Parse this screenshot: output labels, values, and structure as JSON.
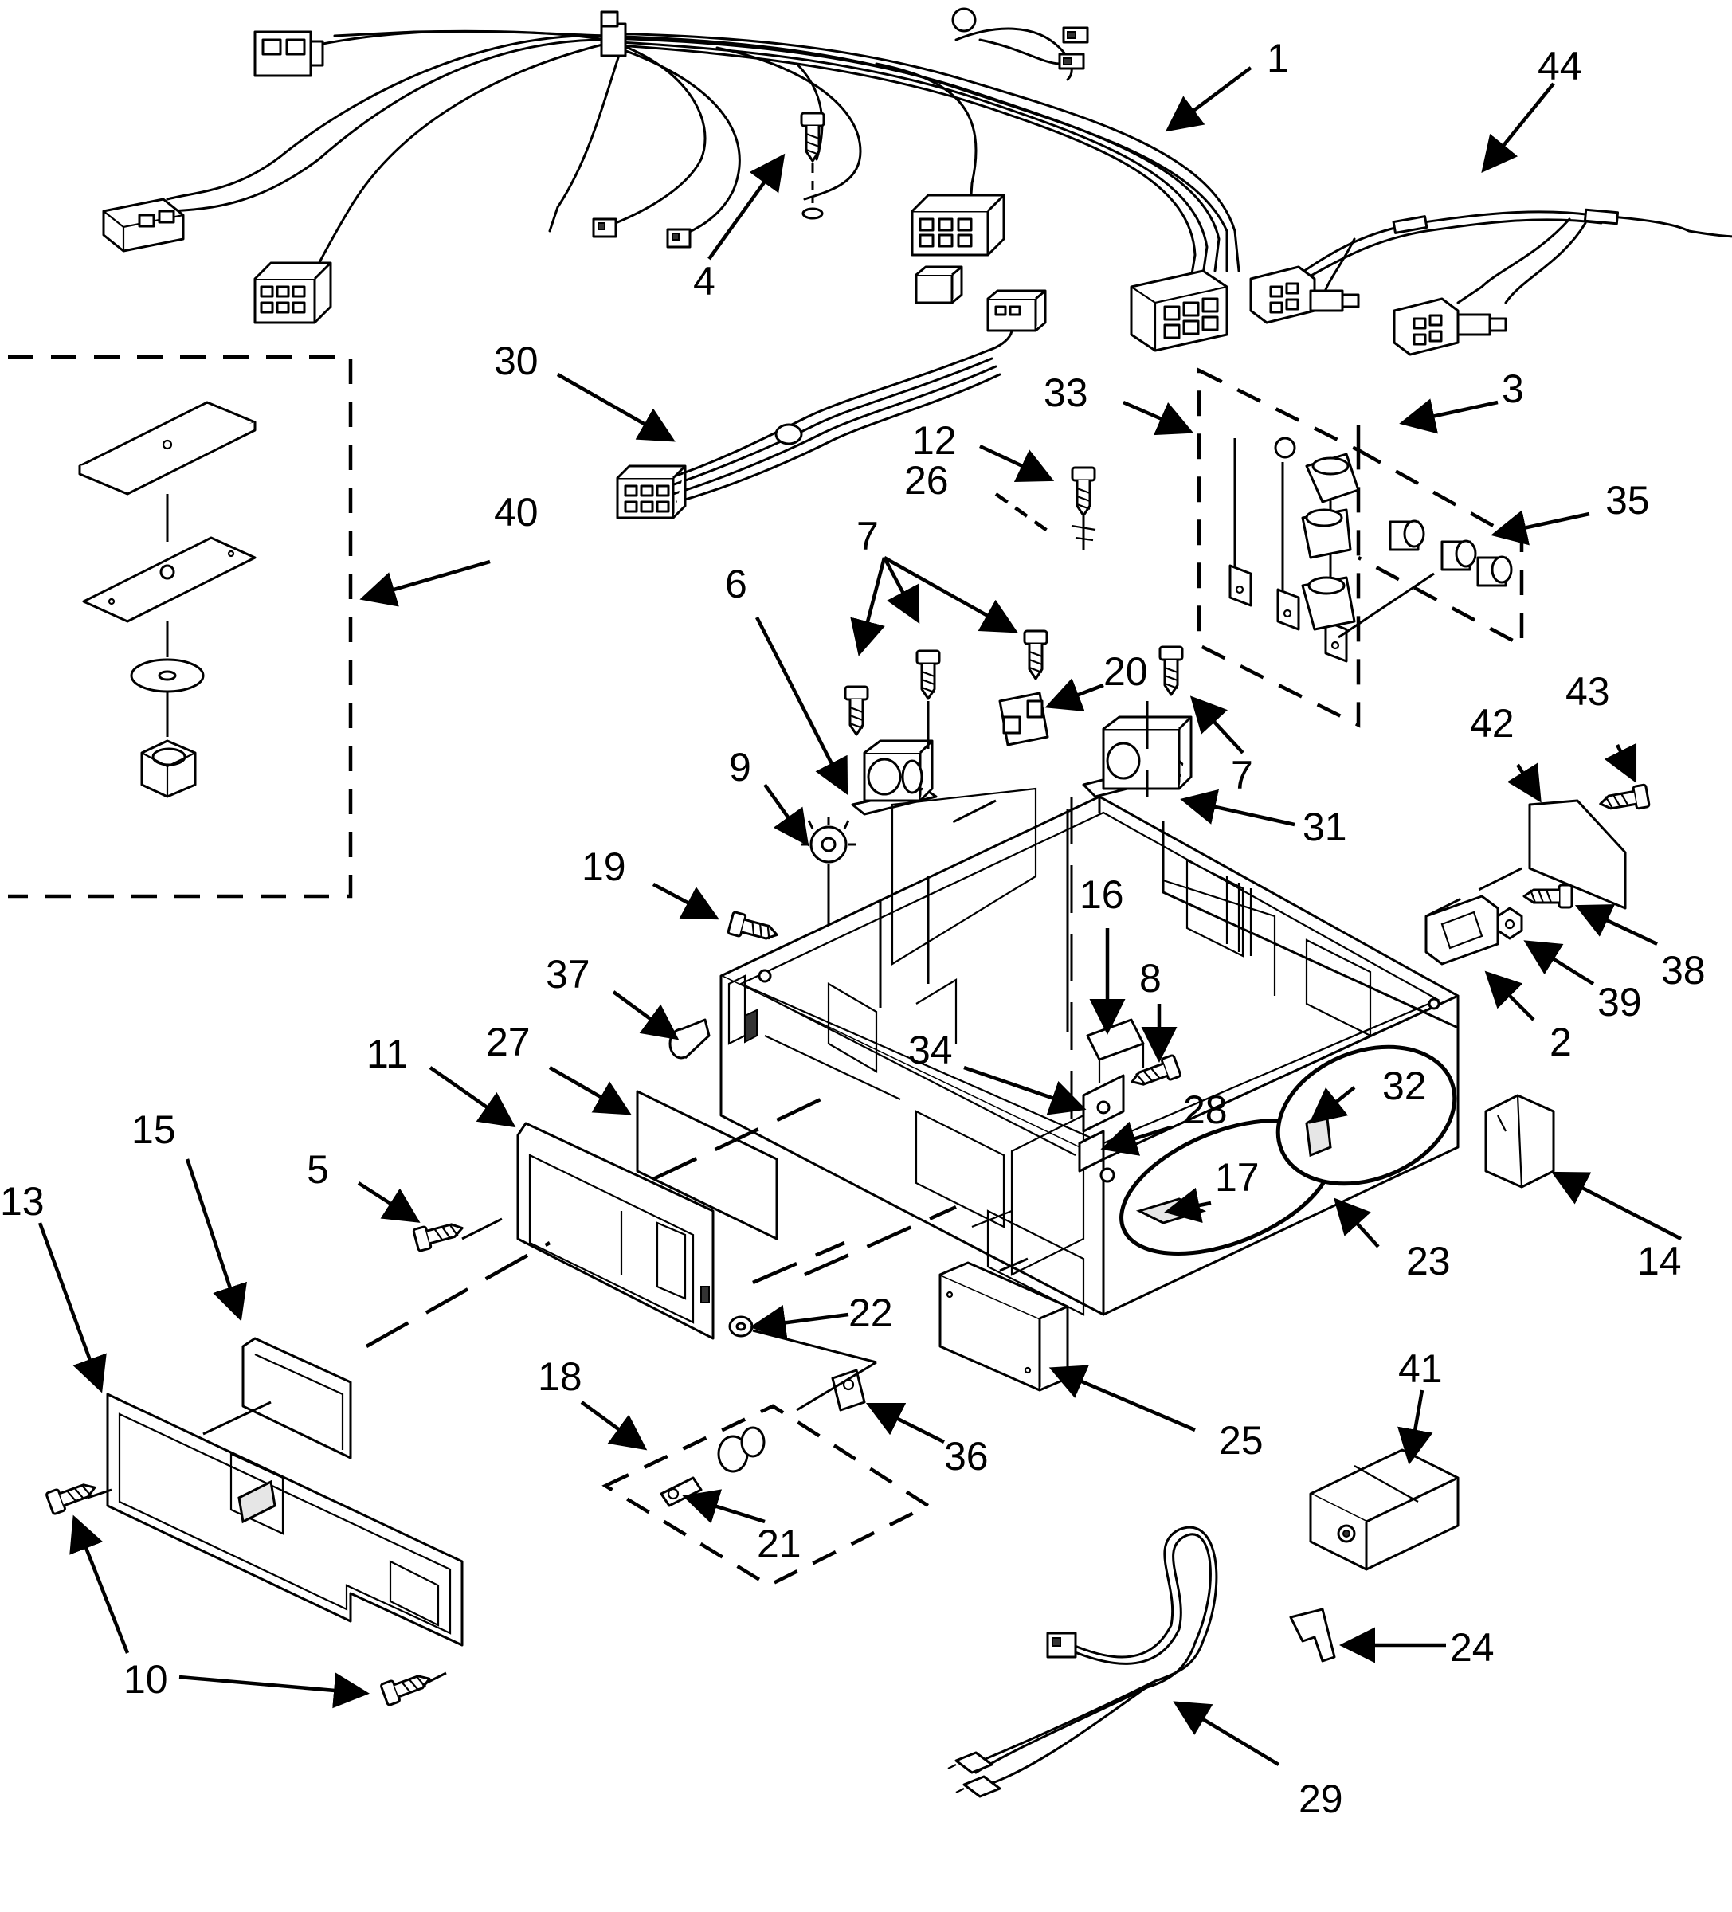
{
  "diagram": {
    "callouts": [
      "1",
      "2",
      "3",
      "4",
      "5",
      "6",
      "7",
      "7",
      "8",
      "9",
      "10",
      "11",
      "12",
      "13",
      "14",
      "15",
      "16",
      "17",
      "18",
      "19",
      "20",
      "21",
      "22",
      "23",
      "24",
      "25",
      "26",
      "27",
      "28",
      "29",
      "30",
      "31",
      "32",
      "33",
      "34",
      "35",
      "36",
      "37",
      "38",
      "39",
      "40",
      "41",
      "42",
      "43",
      "44"
    ]
  }
}
